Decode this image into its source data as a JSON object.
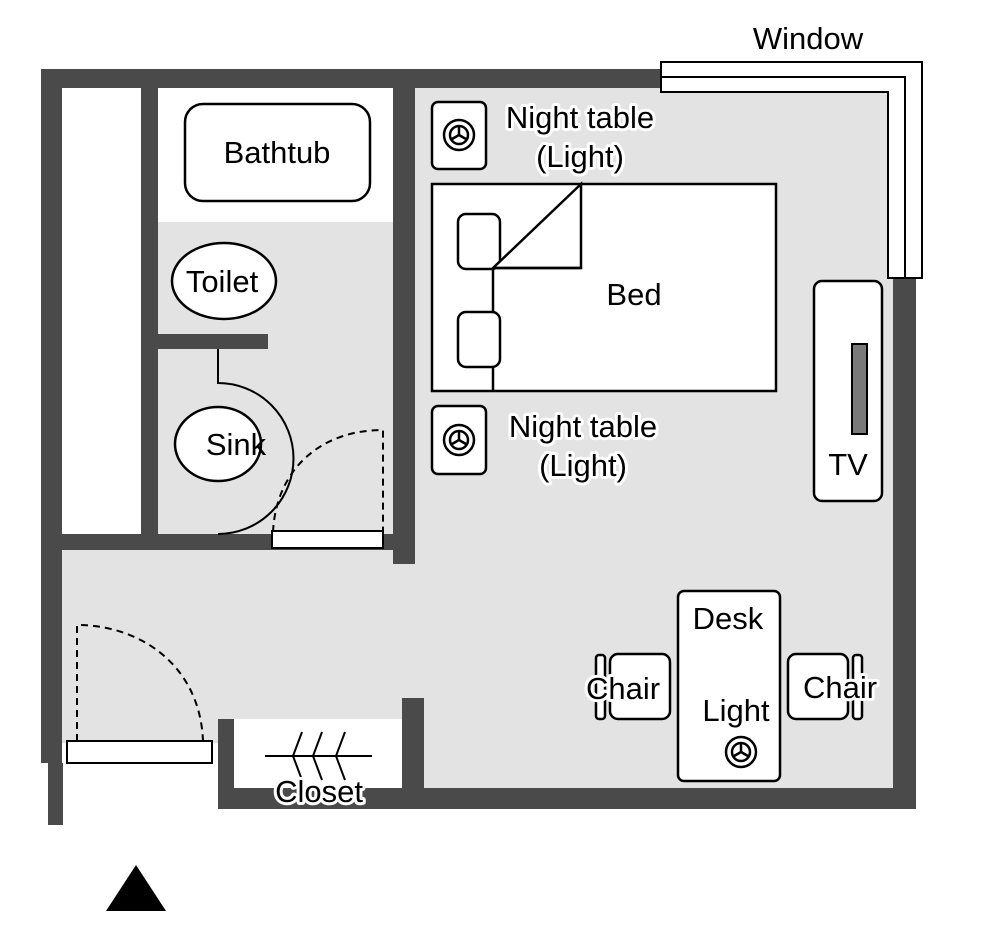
{
  "labels": {
    "window": "Window",
    "bathtub": "Bathtub",
    "toilet": "Toilet",
    "sink": "Sink",
    "night_table_top_line1": "Night table",
    "night_table_top_line2": "(Light)",
    "night_table_bottom_line1": "Night table",
    "night_table_bottom_line2": "(Light)",
    "bed": "Bed",
    "tv": "TV",
    "desk": "Desk",
    "desk_light": "Light",
    "chair_left": "Chair",
    "chair_right": "Chair",
    "closet": "Closet"
  },
  "icons": {
    "lamp": "lamp-icon",
    "entrance": "entrance-arrow-icon"
  },
  "colors": {
    "wall": "#4a4a4a",
    "floor": "#e3e3e3",
    "tv_screen": "#7a7a7a"
  }
}
